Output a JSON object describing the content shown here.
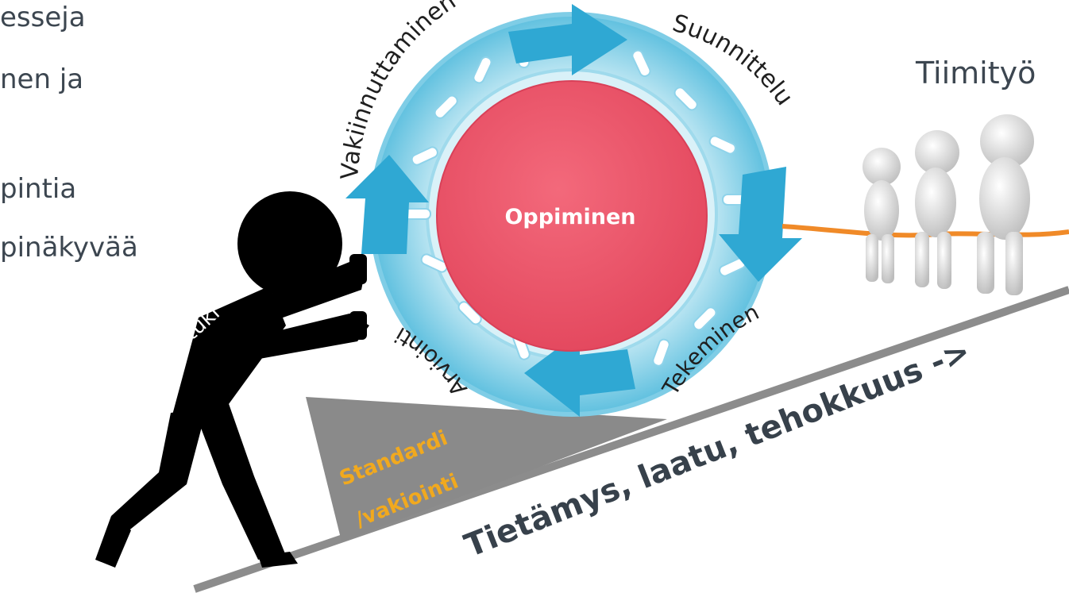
{
  "bullets": [
    "esseja",
    "nen ja",
    "pintia",
    "pinäkyvää"
  ],
  "cycle": {
    "center": "Oppiminen",
    "phases": [
      "Vakiinnuttaminen",
      "Suunnittelu",
      "Tekeminen",
      "Arviointi"
    ]
  },
  "management_support": "Johdon tuki",
  "teamwork": "Tiimityö",
  "wedge": {
    "line1": "Standardi",
    "line2": "/vakiointi"
  },
  "slope_text": "Tietämys, laatu, tehokkuus ->",
  "colors": {
    "center_fill": "#f05a6e",
    "ring": "#7fcde6",
    "arrow": "#2fa8d3",
    "wedge": "#8a8a8a",
    "wedge_text": "#f1a91e",
    "slope_text": "#37414b",
    "slope_line": "#8c8c8c",
    "figure": "#000000",
    "rope": "#f08a28"
  }
}
